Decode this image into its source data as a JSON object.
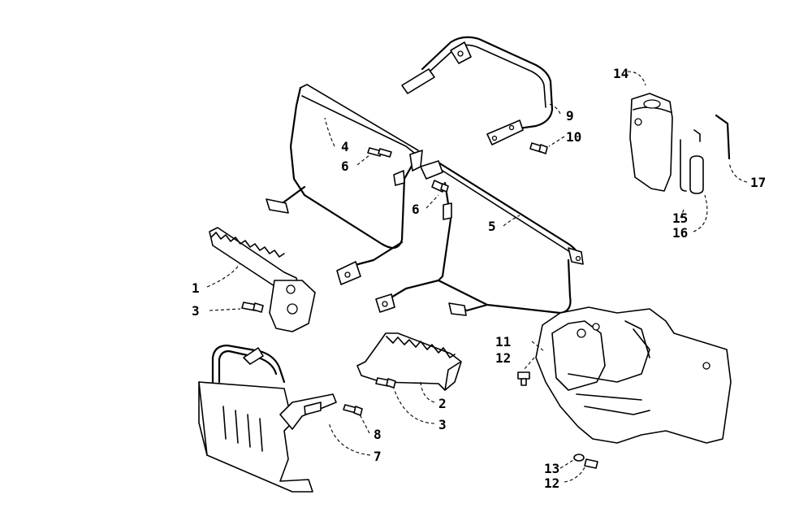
{
  "callouts": {
    "c1": "1",
    "c2": "2",
    "c3a": "3",
    "c3b": "3",
    "c4": "4",
    "c5": "5",
    "c6a": "6",
    "c6b": "6",
    "c7": "7",
    "c8": "8",
    "c9": "9",
    "c10": "10",
    "c11": "11",
    "c12a": "12",
    "c12b": "12",
    "c13": "13",
    "c14": "14",
    "c15": "15",
    "c16": "16",
    "c17": "17"
  }
}
